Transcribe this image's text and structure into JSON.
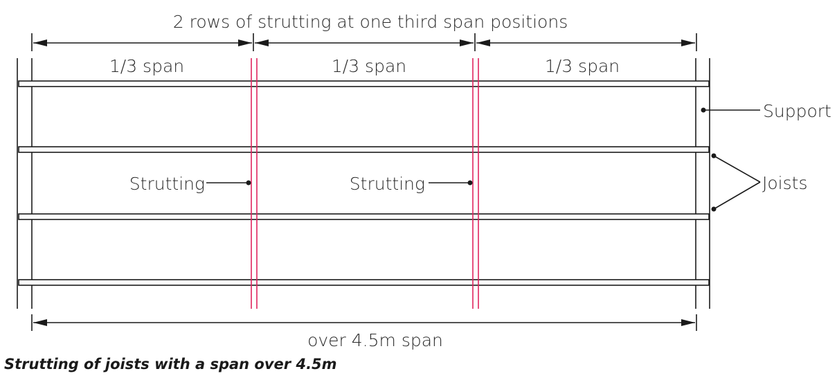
{
  "dimensions": {
    "top_label": "2 rows of strutting at one third span positions",
    "segment_labels": [
      "1/3 span",
      "1/3 span",
      "1/3 span"
    ],
    "bottom_label": "over 4.5m span"
  },
  "callouts": {
    "support": "Support",
    "joists": "Joists",
    "strutting_left": "Strutting",
    "strutting_right": "Strutting"
  },
  "caption": "Strutting of joists with a span over 4.5m",
  "colors": {
    "strutting": "#e0245e",
    "lines": "#1a1a1a"
  }
}
